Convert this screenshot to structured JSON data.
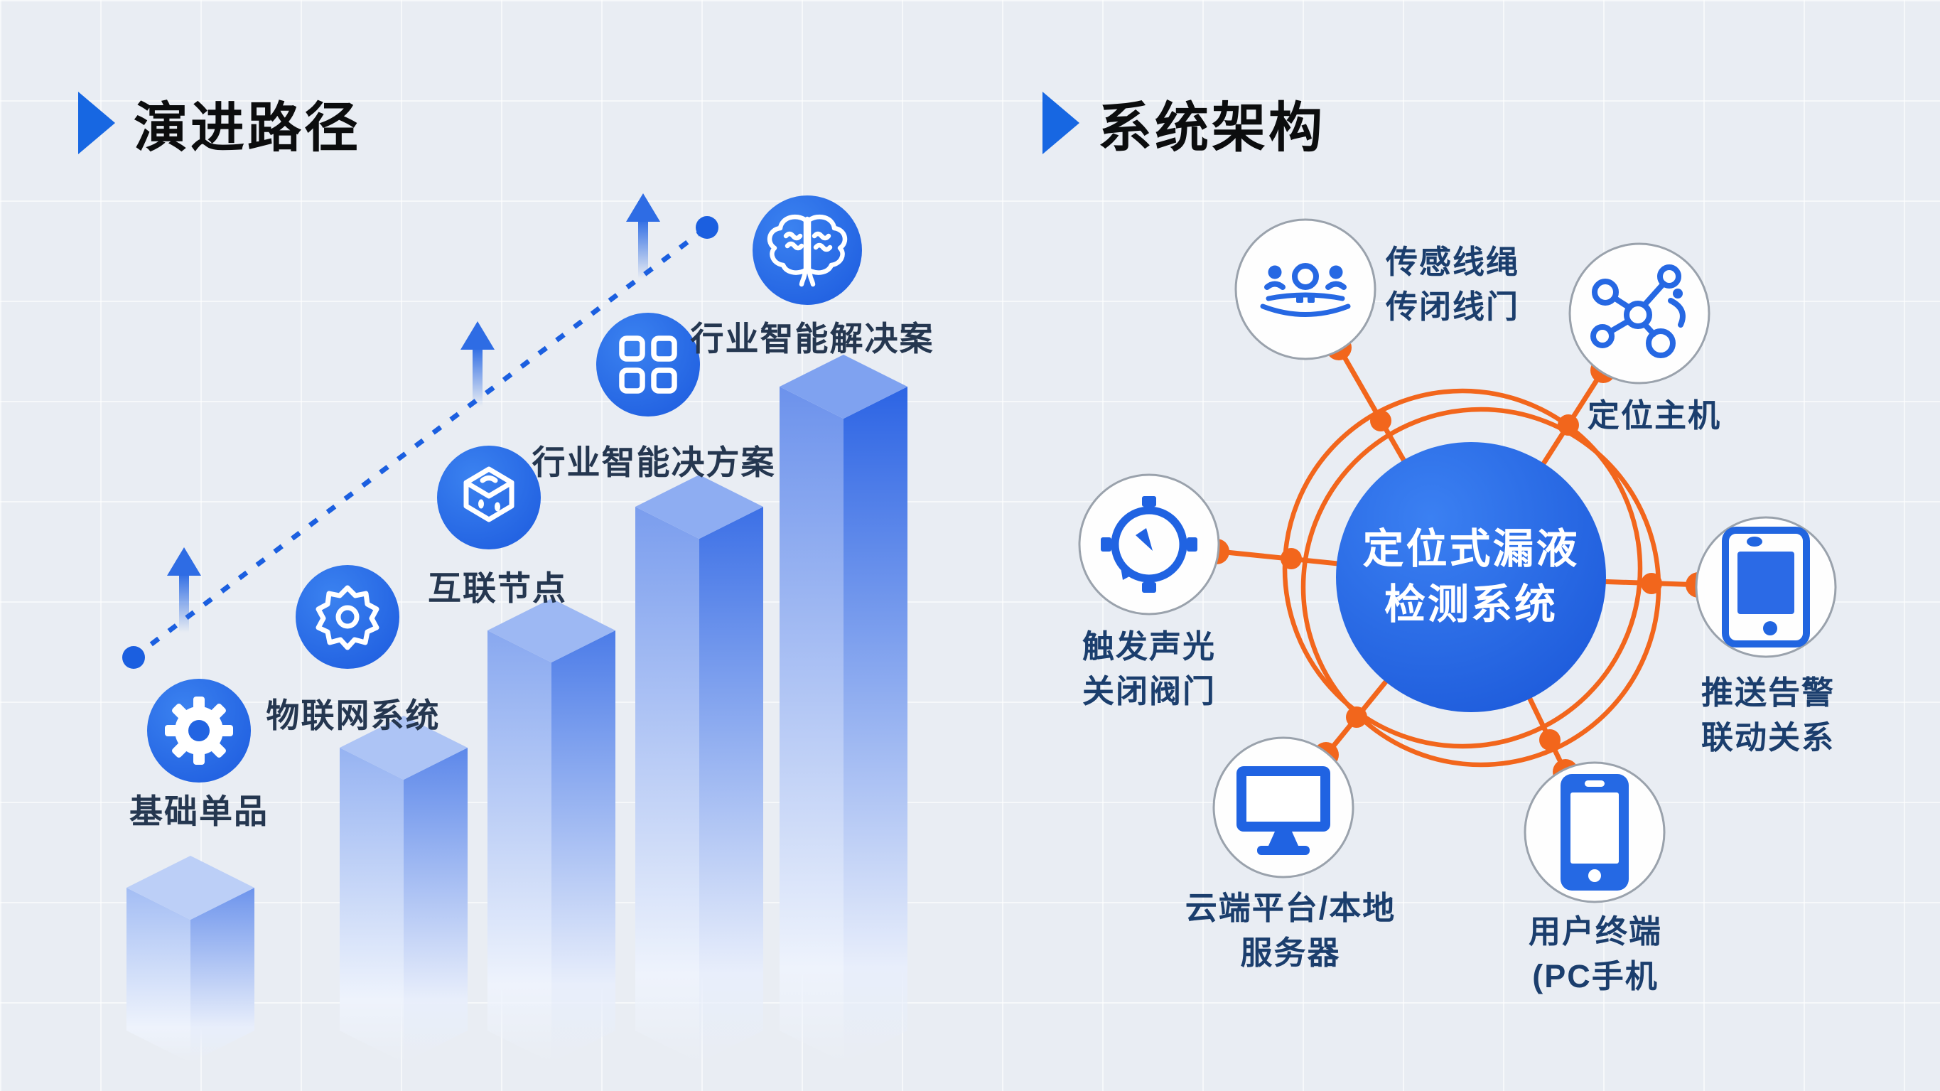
{
  "page": {
    "background_color": "#e9edf3",
    "grid_line_color": "rgba(255,255,255,0.6)",
    "accent_blue": "#1f6be8",
    "deep_blue": "#1b55d8",
    "bar_blue": "#2f6be8",
    "orange": "#f2661c",
    "title_color": "#0c0d0e",
    "left_label_color": "#253750",
    "right_label_color": "#1b3e6d"
  },
  "left_panel": {
    "title": "演进路径",
    "marker_icon": "triangle-right-icon",
    "trend": {
      "style": "dashed-rising-line",
      "color": "#1b5fe0"
    },
    "stages": [
      {
        "label": "基础单品",
        "icon": "gear-solid-icon"
      },
      {
        "label": "物联网系统",
        "icon": "gear-outline-icon"
      },
      {
        "label": "互联节点",
        "icon": "box-node-icon"
      },
      {
        "label": "行业智能决方案",
        "icon": "grid-apps-icon"
      },
      {
        "label": "行业智能解决案",
        "icon": "brain-icon"
      }
    ]
  },
  "right_panel": {
    "title": "系统架构",
    "marker_icon": "triangle-right-icon",
    "center_label": "定位式漏液\n检测系统",
    "nodes": [
      {
        "label": "传感线绳\n传闭线门",
        "icon": "people-group-icon"
      },
      {
        "label": "定位主机",
        "icon": "network-nodes-icon"
      },
      {
        "label": "推送告警\n联动关系",
        "icon": "tablet-icon"
      },
      {
        "label": "用户终端\n(PC手机",
        "icon": "smartphone-icon"
      },
      {
        "label": "云端平台/本地\n服务器",
        "icon": "monitor-icon"
      },
      {
        "label": "触发声光\n关闭阀门",
        "icon": "alarm-gauge-icon"
      }
    ]
  }
}
